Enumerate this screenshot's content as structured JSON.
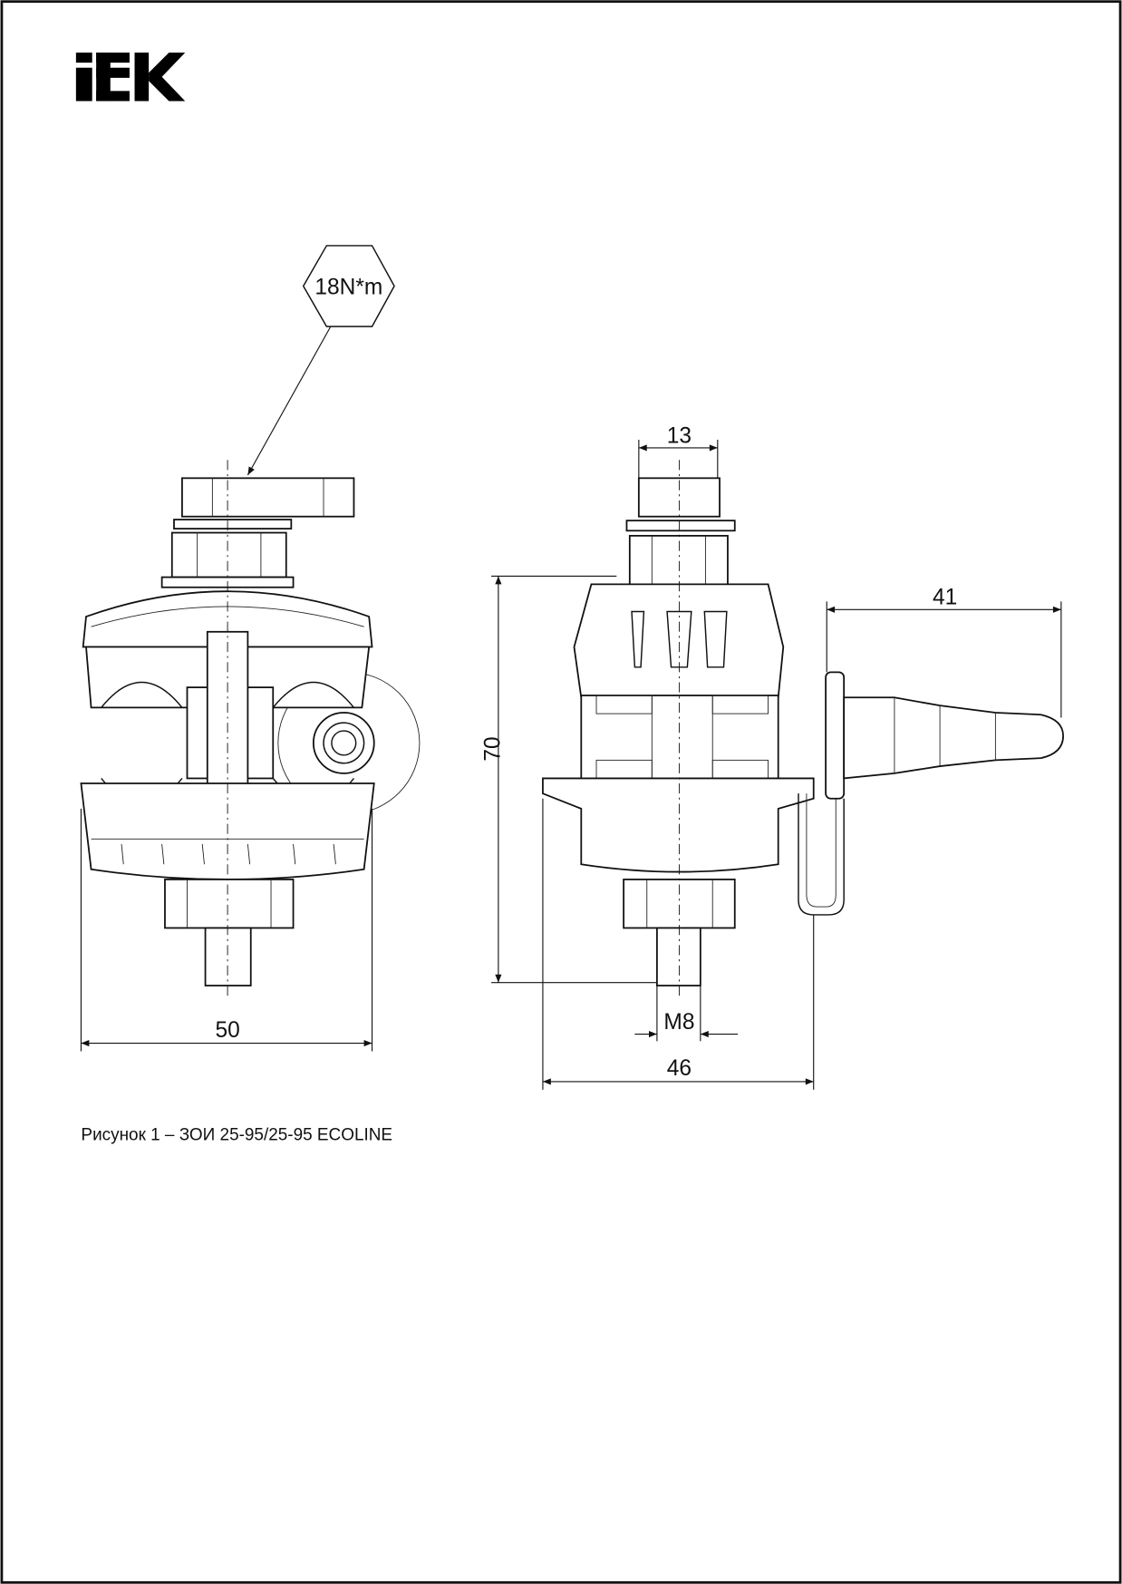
{
  "logo": {
    "text": "IEK"
  },
  "annotations": {
    "torque": "18N*m",
    "dim_width_front": "50",
    "dim_nut": "13",
    "dim_height": "70",
    "dim_cap": "41",
    "dim_thread": "M8",
    "dim_width_side": "46"
  },
  "caption": "Рисунок 1 – ЗОИ 25-95/25-95 ECOLINE",
  "colors": {
    "line": "#111111",
    "background": "#ffffff"
  }
}
